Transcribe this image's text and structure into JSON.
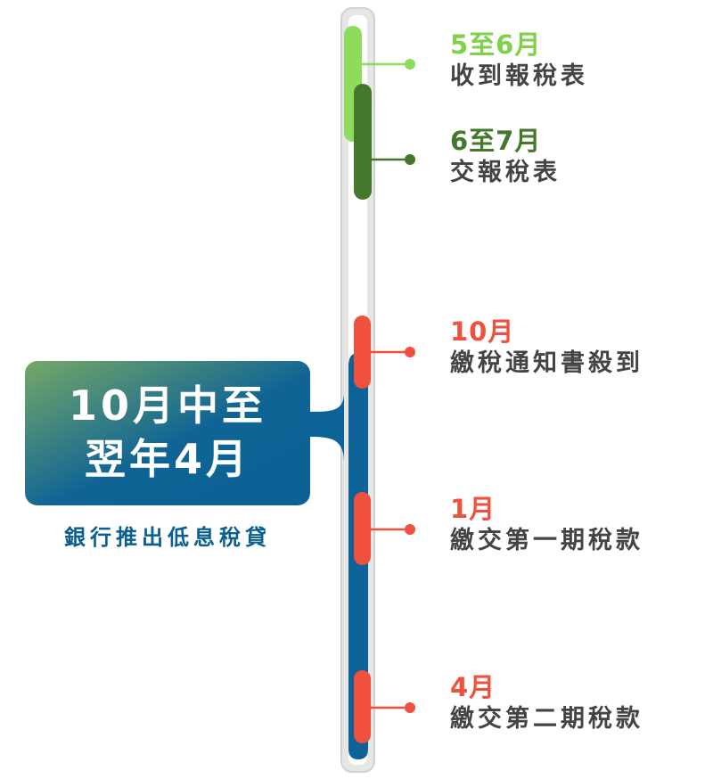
{
  "colors": {
    "track": "#e6e6e6",
    "track_border": "#cfcfcf",
    "light_green": "#8fdc5c",
    "dark_green": "#44782c",
    "red": "#f0503c",
    "blue": "#0d6397",
    "desc_text": "#444444",
    "panel_gradient_start": "#74a566",
    "panel_gradient_end": "#0b6195"
  },
  "events": [
    {
      "label": "5至6月",
      "desc": "收到報稅表",
      "color": "#7fd04b"
    },
    {
      "label": "6至7月",
      "desc": "交報稅表",
      "color": "#44782c"
    },
    {
      "label": "10月",
      "desc": "繳稅通知書殺到",
      "color": "#f0503c"
    },
    {
      "label": "1月",
      "desc": "繳交第一期稅款",
      "color": "#f0503c"
    },
    {
      "label": "4月",
      "desc": "繳交第二期稅款",
      "color": "#f0503c"
    }
  ],
  "period": {
    "line1": "10月中至",
    "line2": "翌年4月",
    "note": "銀行推出低息稅貸"
  }
}
